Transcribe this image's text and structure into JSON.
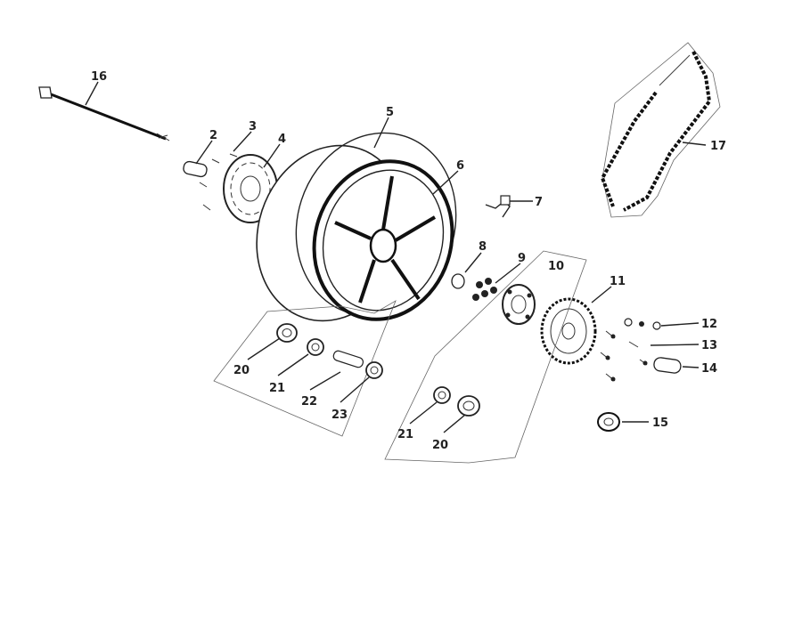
{
  "callouts": {
    "c2": "2",
    "c3": "3",
    "c4": "4",
    "c5": "5",
    "c6": "6",
    "c7": "7",
    "c8": "8",
    "c9": "9",
    "c10": "10",
    "c11": "11",
    "c12": "12",
    "c13": "13",
    "c14": "14",
    "c15": "15",
    "c16": "16",
    "c17": "17",
    "c20a": "20",
    "c21a": "21",
    "c22": "22",
    "c23": "23",
    "c20b": "20",
    "c21b": "21"
  },
  "colors": {
    "ink": "#222222",
    "background": "#ffffff"
  }
}
